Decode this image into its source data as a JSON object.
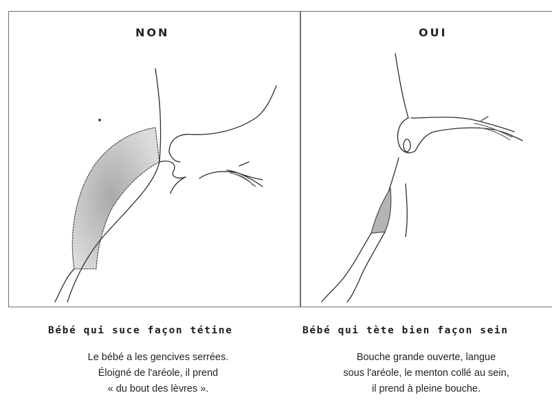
{
  "panels": {
    "left": {
      "label": "NON",
      "caption_title": "Bébé qui suce façon tétine",
      "caption_lines": [
        "Le bébé a les gencives serrées.",
        "Éloigné de l'aréole, il prend",
        "« du bout des lèvres »."
      ]
    },
    "right": {
      "label": "OUI",
      "caption_title": "Bébé qui tète bien façon sein",
      "caption_lines": [
        "Bouche grande ouverte, langue",
        "sous l'aréole, le menton collé au sein,",
        "il prend à pleine bouche."
      ]
    }
  }
}
